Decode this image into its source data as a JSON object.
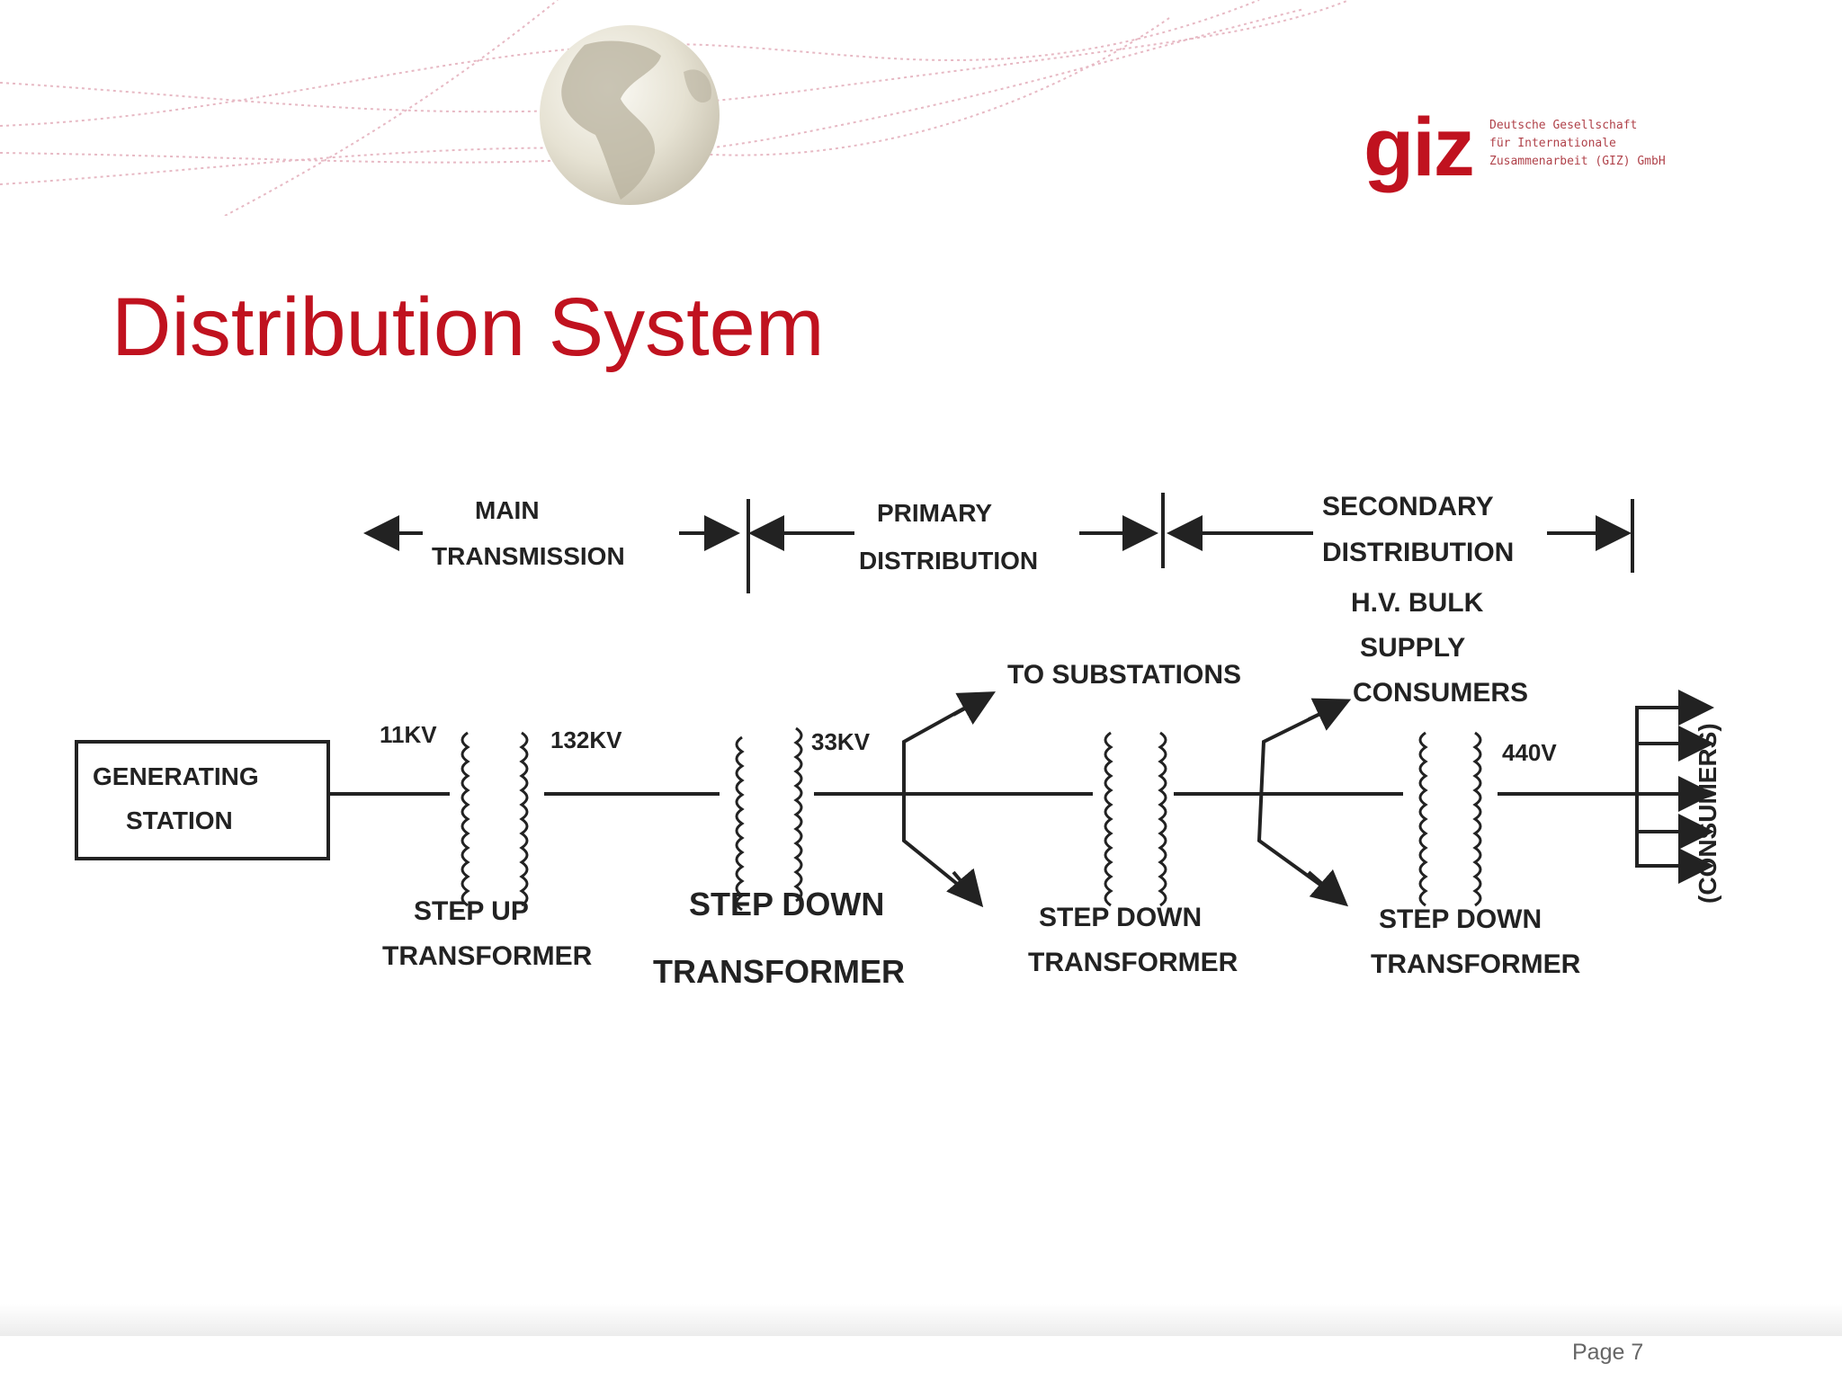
{
  "slide": {
    "title": "Distribution System",
    "page_label": "Page 7",
    "accent_color": "#c0121f",
    "decoration_icon": "globe-icon"
  },
  "logo": {
    "mark": "giz",
    "lines": [
      "Deutsche Gesellschaft",
      "für Internationale",
      "Zusammenarbeit (GIZ) GmbH"
    ]
  },
  "diagram": {
    "sections": {
      "main": [
        "MAIN",
        "TRANSMISSION"
      ],
      "primary": [
        "PRIMARY",
        "DISTRIBUTION"
      ],
      "secondary": [
        "SECONDARY",
        "DISTRIBUTION"
      ]
    },
    "generating_station": [
      "GENERATING",
      "STATION"
    ],
    "voltages": {
      "v11": "11KV",
      "v132": "132KV",
      "v33": "33KV",
      "v440": "440V"
    },
    "to_substations": "TO SUBSTATIONS",
    "hv_bulk": [
      "H.V. BULK",
      "SUPPLY",
      "CONSUMERS"
    ],
    "transformers": {
      "t1": [
        "STEP UP",
        "TRANSFORMER"
      ],
      "t2": [
        "STEP DOWN",
        "TRANSFORMER"
      ],
      "t3": [
        "STEP DOWN",
        "TRANSFORMER"
      ],
      "t4": [
        "STEP DOWN",
        "TRANSFORMER"
      ]
    },
    "consumers": "(CONSUMERS)"
  }
}
